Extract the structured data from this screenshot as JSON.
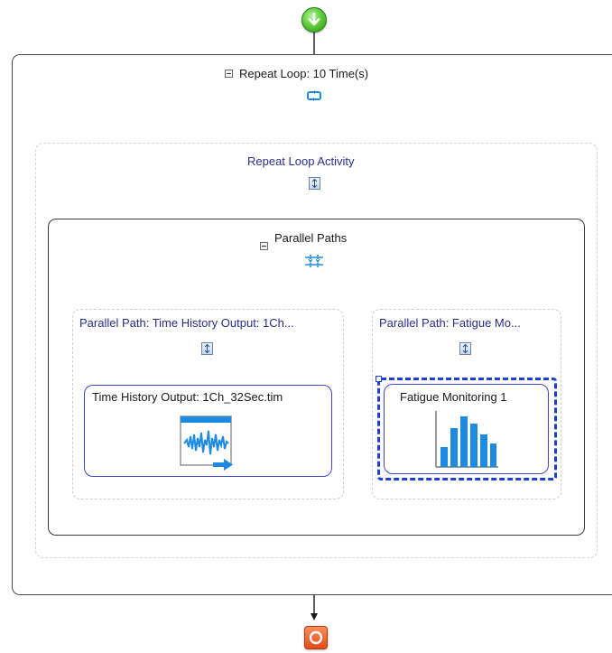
{
  "workflow": {
    "start_node": {
      "icon": "green-down-arrow-icon"
    },
    "repeat_loop": {
      "title": "Repeat Loop: 10 Time(s)",
      "icon": "repeat-loop-icon"
    },
    "repeat_loop_activity": {
      "title": "Repeat Loop Activity",
      "icon": "sequence-icon"
    },
    "parallel_paths": {
      "title": "Parallel Paths",
      "icon": "parallel-split-icon",
      "branches": [
        {
          "title": "Parallel Path: Time History Output: 1Ch...",
          "activity": {
            "title": "Time History Output: 1Ch_32Sec.tim",
            "icon": "time-history-waveform-icon"
          }
        },
        {
          "title": "Parallel Path: Fatigue Mo...",
          "activity": {
            "title": "Fatigue Monitoring 1",
            "icon": "fatigue-histogram-icon",
            "selected": true
          }
        }
      ]
    },
    "end_node": {
      "icon": "stop-icon"
    }
  },
  "colors": {
    "connector": "#1a1a1a",
    "connector_inner": "#1f2a7a",
    "activity_border": "#3f48cc",
    "selection": "#1d3fd6",
    "title_navy": "#2c2c8c",
    "chart_blue": "#1e8be0"
  }
}
